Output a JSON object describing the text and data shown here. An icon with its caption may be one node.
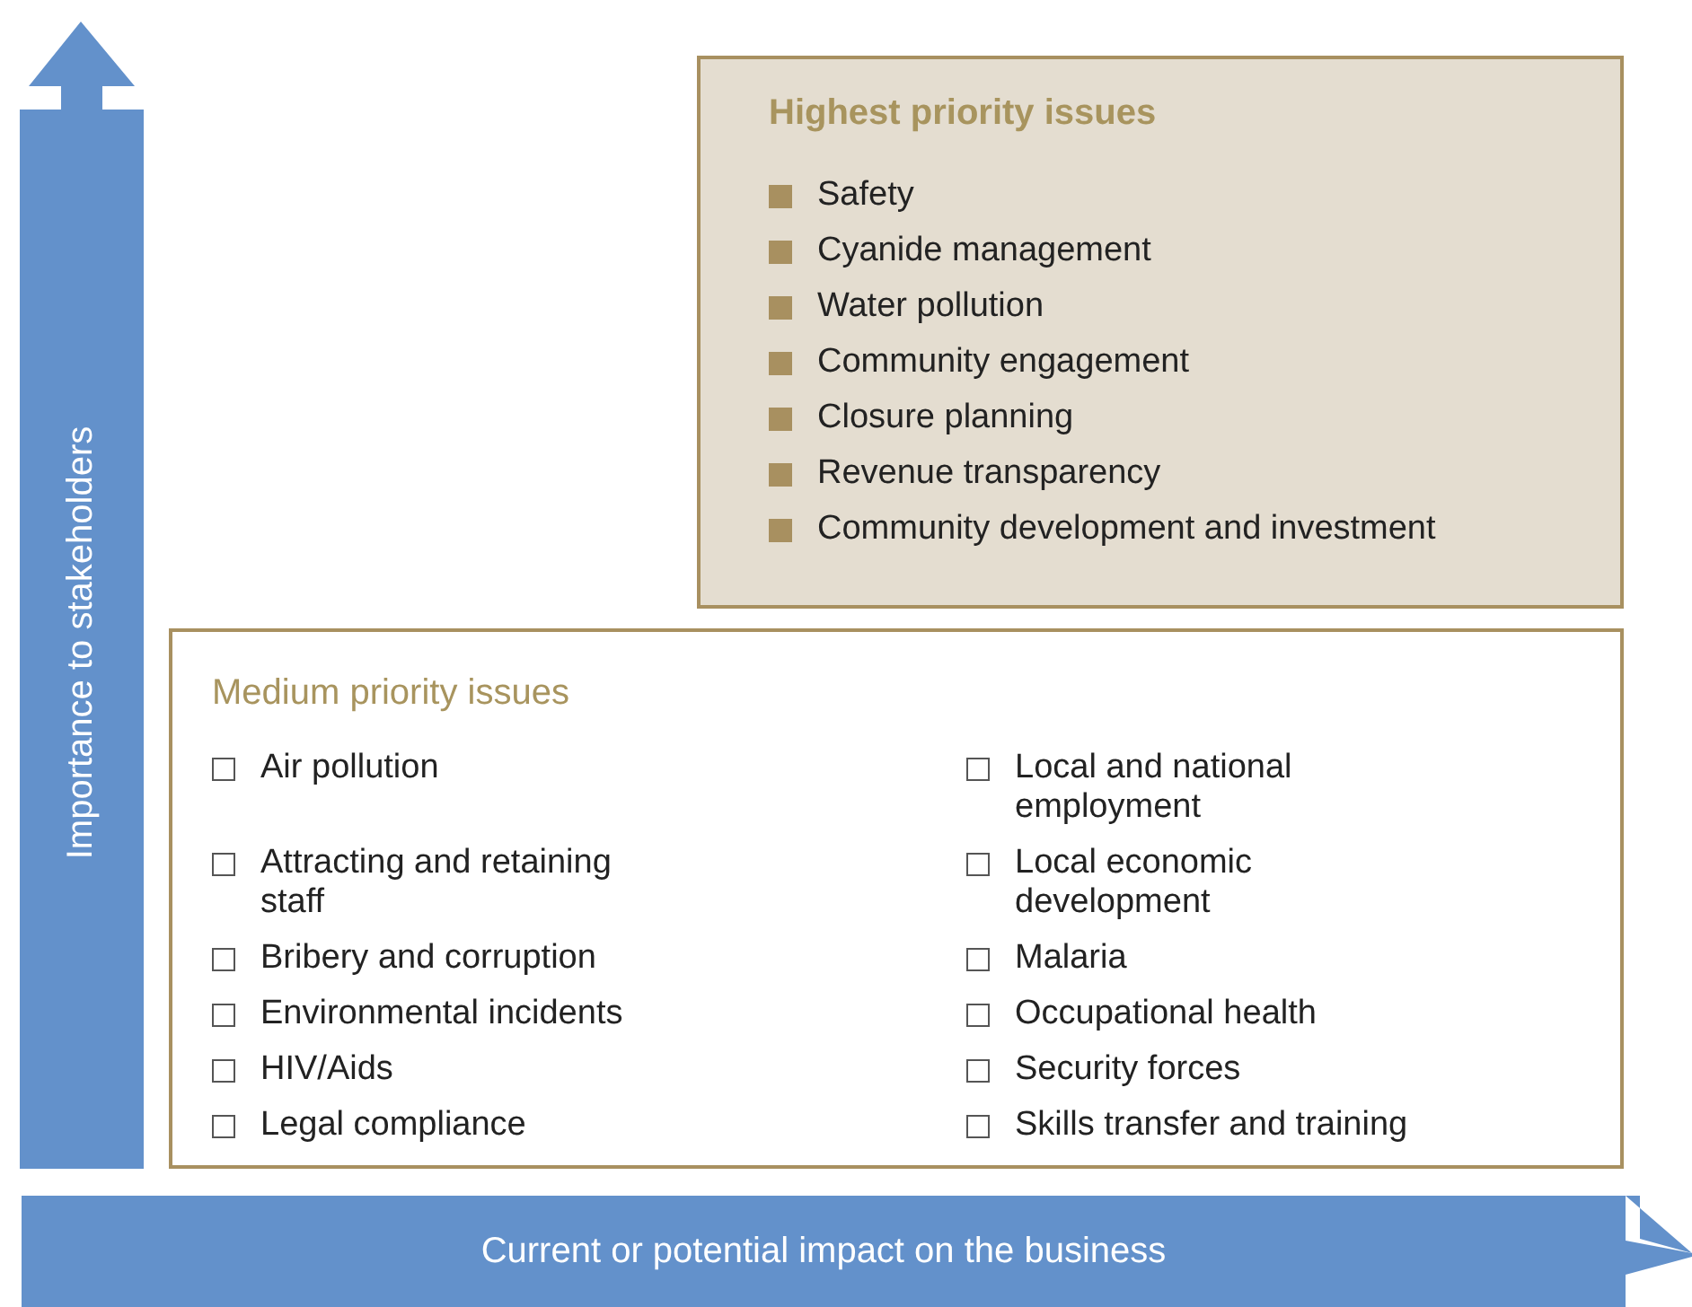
{
  "diagram": {
    "nodes": [
      {
        "text": [
          "Highest priority issues",
          "Safety",
          "Cyanide management",
          "Water pollution",
          "Community engagement",
          "Closure planning",
          "Revenue transparency",
          "Community development and investment"
        ]
      },
      {
        "text": [
          "Medium priority issues",
          "Air pollution",
          "Attracting and retaining staff",
          "Bribery and corruption",
          "Environmental incidents",
          "HIV/Aids",
          "Legal compliance",
          "Local and national employment",
          "Local economic development",
          "Malaria",
          "Occupational health",
          "Security forces",
          "Skills transfer and training"
        ]
      }
    ],
    "labels": [
      "Importance to stakeholders",
      "Current or potential impact on the business"
    ]
  }
}
